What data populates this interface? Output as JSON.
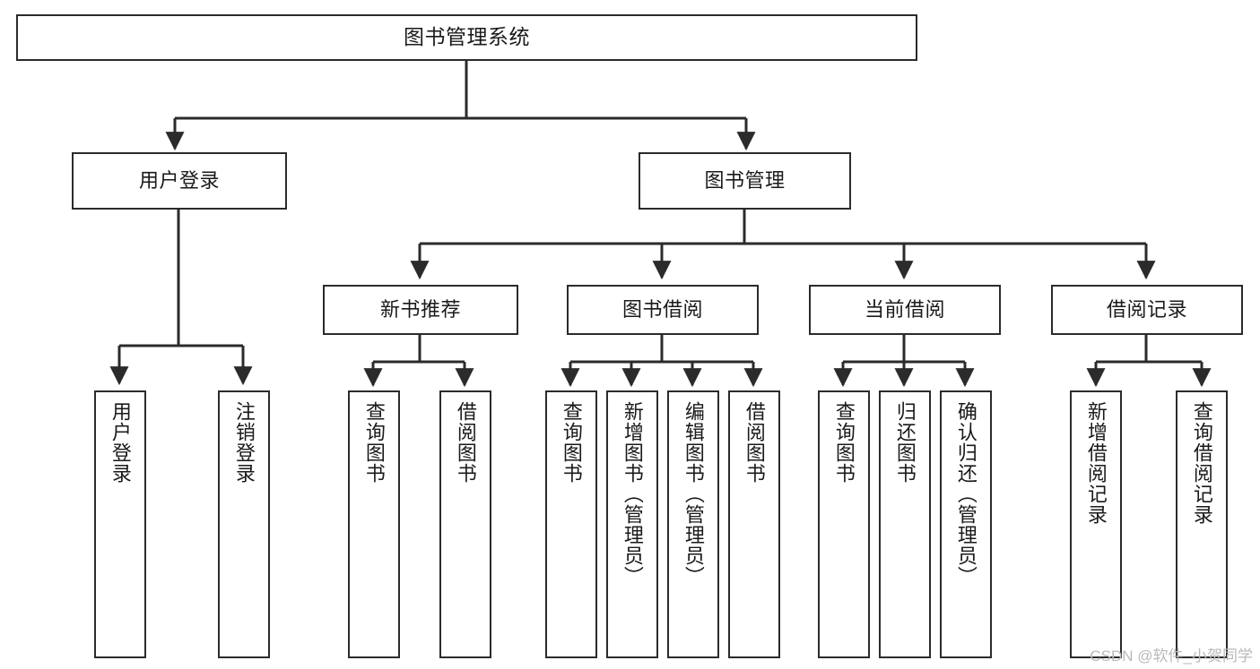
{
  "diagram": {
    "title": "图书管理系统",
    "watermark": "CSDN @软件_小贺同学",
    "stroke_color": "#2b2b2b",
    "text_color": "#1a1a1a",
    "background_color": "#ffffff",
    "watermark_color": "#b9b9b9"
  },
  "nodes": {
    "root": {
      "label": "图书管理系统"
    },
    "level1": [
      {
        "label": "用户登录"
      },
      {
        "label": "图书管理"
      }
    ],
    "level2": [
      {
        "label": "新书推荐"
      },
      {
        "label": "图书借阅"
      },
      {
        "label": "当前借阅"
      },
      {
        "label": "借阅记录"
      }
    ],
    "leaves": {
      "user_login": [
        {
          "label": "用户登录"
        },
        {
          "label": "注销登录"
        }
      ],
      "new_book_recommend": [
        {
          "label": "查询图书"
        },
        {
          "label": "借阅图书"
        }
      ],
      "book_borrow": [
        {
          "label": "查询图书"
        },
        {
          "label": "新增图书（管理员）"
        },
        {
          "label": "编辑图书（管理员）"
        },
        {
          "label": "借阅图书"
        }
      ],
      "current_borrow": [
        {
          "label": "查询图书"
        },
        {
          "label": "归还图书"
        },
        {
          "label": "确认归还（管理员）"
        }
      ],
      "borrow_record": [
        {
          "label": "新增借阅记录"
        },
        {
          "label": "查询借阅记录"
        }
      ]
    }
  },
  "chart_data": {
    "type": "table",
    "title": "图书管理系统 功能结构图",
    "structure": [
      {
        "level": 0,
        "label": "图书管理系统",
        "children": [
          {
            "level": 1,
            "label": "用户登录",
            "children": [
              {
                "level": 2,
                "label": "用户登录",
                "children": []
              },
              {
                "level": 2,
                "label": "注销登录",
                "children": []
              }
            ]
          },
          {
            "level": 1,
            "label": "图书管理",
            "children": [
              {
                "level": 2,
                "label": "新书推荐",
                "children": [
                  {
                    "level": 3,
                    "label": "查询图书"
                  },
                  {
                    "level": 3,
                    "label": "借阅图书"
                  }
                ]
              },
              {
                "level": 2,
                "label": "图书借阅",
                "children": [
                  {
                    "level": 3,
                    "label": "查询图书"
                  },
                  {
                    "level": 3,
                    "label": "新增图书（管理员）"
                  },
                  {
                    "level": 3,
                    "label": "编辑图书（管理员）"
                  },
                  {
                    "level": 3,
                    "label": "借阅图书"
                  }
                ]
              },
              {
                "level": 2,
                "label": "当前借阅",
                "children": [
                  {
                    "level": 3,
                    "label": "查询图书"
                  },
                  {
                    "level": 3,
                    "label": "归还图书"
                  },
                  {
                    "level": 3,
                    "label": "确认归还（管理员）"
                  }
                ]
              },
              {
                "level": 2,
                "label": "借阅记录",
                "children": [
                  {
                    "level": 3,
                    "label": "新增借阅记录"
                  },
                  {
                    "level": 3,
                    "label": "查询借阅记录"
                  }
                ]
              }
            ]
          }
        ]
      }
    ]
  }
}
